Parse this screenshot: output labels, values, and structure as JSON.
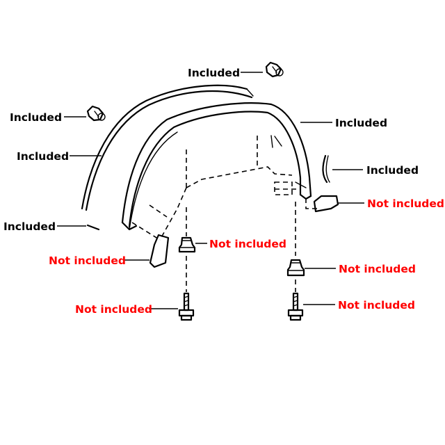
{
  "labels": {
    "top_clip": "Included",
    "left_clip": "Included",
    "molding_strip": "Included",
    "fender_flare": "Included",
    "small_trim": "Included",
    "right_trim": "Included",
    "left_bracket": "Not included",
    "center_nut": "Not included",
    "left_bolt": "Not included",
    "right_bracket": "Not included",
    "right_nut": "Not included",
    "right_bolt": "Not included"
  },
  "colors": {
    "included": "#000000",
    "not_included": "#ff0000"
  }
}
